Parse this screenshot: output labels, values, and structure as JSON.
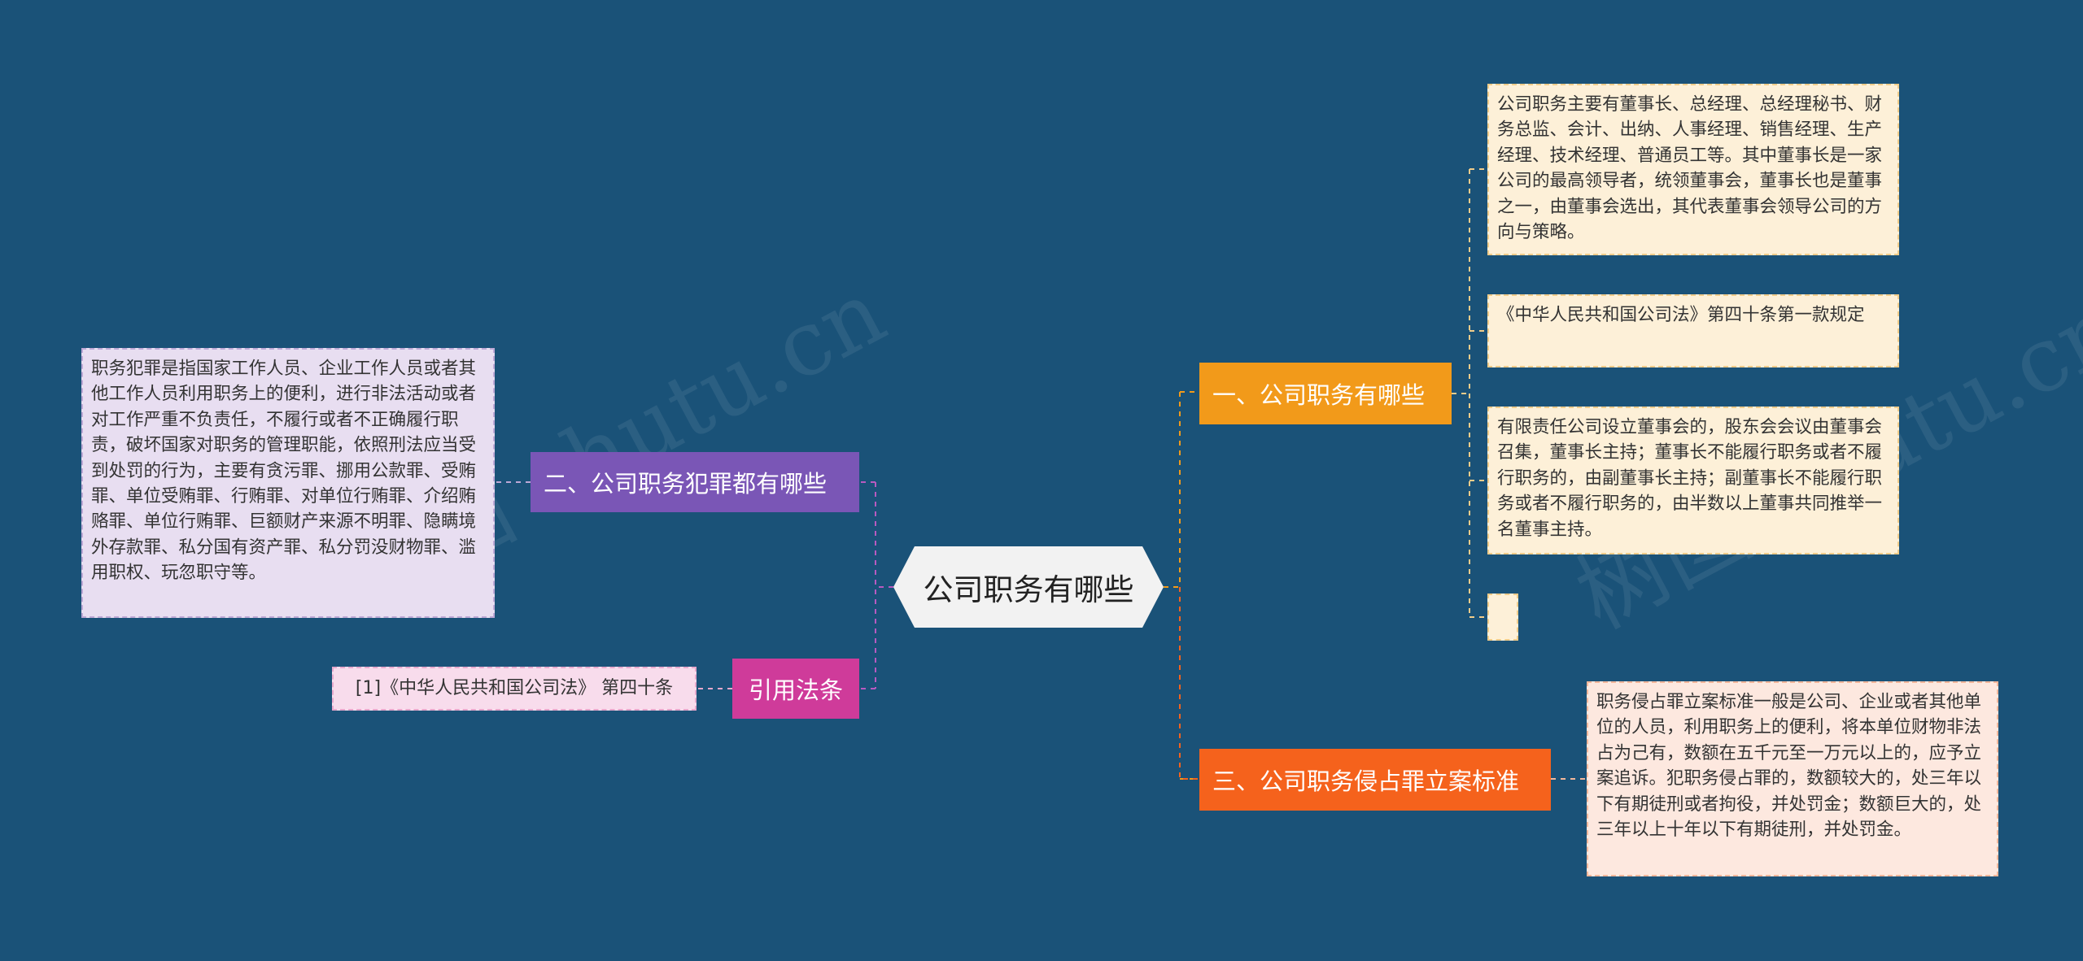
{
  "center": {
    "label": "公司职务有哪些"
  },
  "topics": {
    "t1": {
      "label": "一、公司职务有哪些"
    },
    "t2": {
      "label": "二、公司职务犯罪都有哪些"
    },
    "t3": {
      "label": "三、公司职务侵占罪立案标准"
    },
    "t4": {
      "label": "引用法条"
    }
  },
  "notes": {
    "n1": "公司职务主要有董事长、总经理、总经理秘书、财务总监、会计、出纳、人事经理、销售经理、生产经理、技术经理、普通员工等。其中董事长是一家公司的最高领导者，统领董事会，董事长也是董事之一，由董事会选出，其代表董事会领导公司的方向与策略。",
    "n2": "《中华人民共和国公司法》第四十条第一款规定",
    "n3": "有限责任公司设立董事会的，股东会会议由董事会召集，董事长主持；董事长不能履行职务或者不履行职务的，由副董事长主持；副董事长不能履行职务或者不履行职务的，由半数以上董事共同推举一名董事主持。",
    "n4": "",
    "n5": "职务侵占罪立案标准一般是公司、企业或者其他单位的人员，利用职务上的便利，将本单位财物非法占为己有，数额在五千元至一万元以上的，应予立案追诉。犯职务侵占罪的，数额较大的，处三年以下有期徒刑或者拘役，并处罚金；数额巨大的，处三年以上十年以下有期徒刑，并处罚金。",
    "n6": "职务犯罪是指国家工作人员、企业工作人员或者其他工作人员利用职务上的便利，进行非法活动或者对工作严重不负责任，不履行或者不正确履行职责，破坏国家对职务的管理职能，依照刑法应当受到处罚的行为，主要有贪污罪、挪用公款罪、受贿罪、单位受贿罪、行贿罪、对单位行贿罪、介绍贿赂罪、单位行贿罪、巨额财产来源不明罪、隐瞒境外存款罪、私分国有资产罪、私分罚没财物罪、滥用职权、玩忽职守等。",
    "n7": "[1]《中华人民共和国公司法》 第四十条"
  },
  "watermark": "树图 shutu.cn",
  "colors": {
    "background": "#1a5278",
    "topic1": "#f29a1a",
    "topic2": "#7a56b6",
    "topic3": "#f5621c",
    "topic4": "#cf3b9a"
  }
}
